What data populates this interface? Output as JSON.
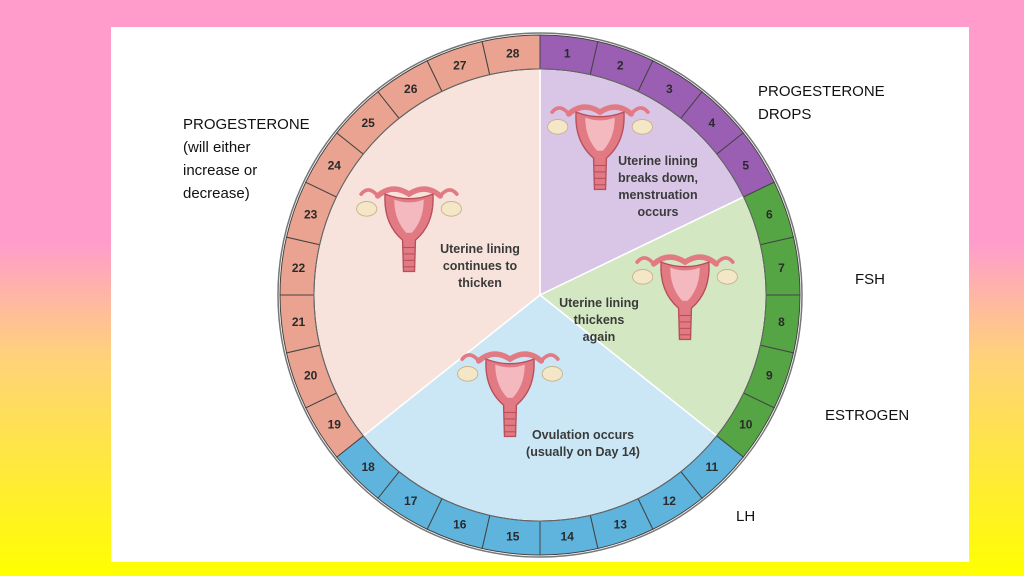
{
  "annotations": {
    "progesterone_left": "PROGESTERONE\n(will either\nincrease or\ndecrease)",
    "progesterone_drops": "PROGESTERONE\nDROPS",
    "fsh": "FSH",
    "estrogen": "ESTROGEN",
    "lh": "LH"
  },
  "days": [
    "1",
    "2",
    "3",
    "4",
    "5",
    "6",
    "7",
    "8",
    "9",
    "10",
    "11",
    "12",
    "13",
    "14",
    "15",
    "16",
    "17",
    "18",
    "19",
    "20",
    "21",
    "22",
    "23",
    "24",
    "25",
    "26",
    "27",
    "28"
  ],
  "phases": [
    {
      "id": "menstruation",
      "days": [
        1,
        5
      ],
      "lines": [
        "Uterine lining",
        "breaks down,",
        "menstruation",
        "occurs"
      ],
      "ring_color": "#9a5fb3",
      "sector_color": "#d9c6e6"
    },
    {
      "id": "proliferative",
      "days": [
        6,
        10
      ],
      "lines": [
        "Uterine lining",
        "thickens",
        "again"
      ],
      "ring_color": "#55a544",
      "sector_color": "#d3e8c2"
    },
    {
      "id": "ovulation",
      "days": [
        11,
        18
      ],
      "lines": [
        "Ovulation occurs",
        "(usually on Day 14)"
      ],
      "ring_color": "#5fb4de",
      "sector_color": "#cbe7f5"
    },
    {
      "id": "secretory",
      "days": [
        19,
        28
      ],
      "lines": [
        "Uterine lining",
        "continues to",
        "thicken"
      ],
      "ring_color": "#e9a390",
      "sector_color": "#f8e3dc"
    }
  ],
  "colors": {
    "ring_purple": "#9a5fb3",
    "ring_green": "#55a544",
    "ring_blue": "#5fb4de",
    "ring_salmon": "#e9a390",
    "uterus": "#e27a84",
    "ovary": "#f3e7c8"
  }
}
